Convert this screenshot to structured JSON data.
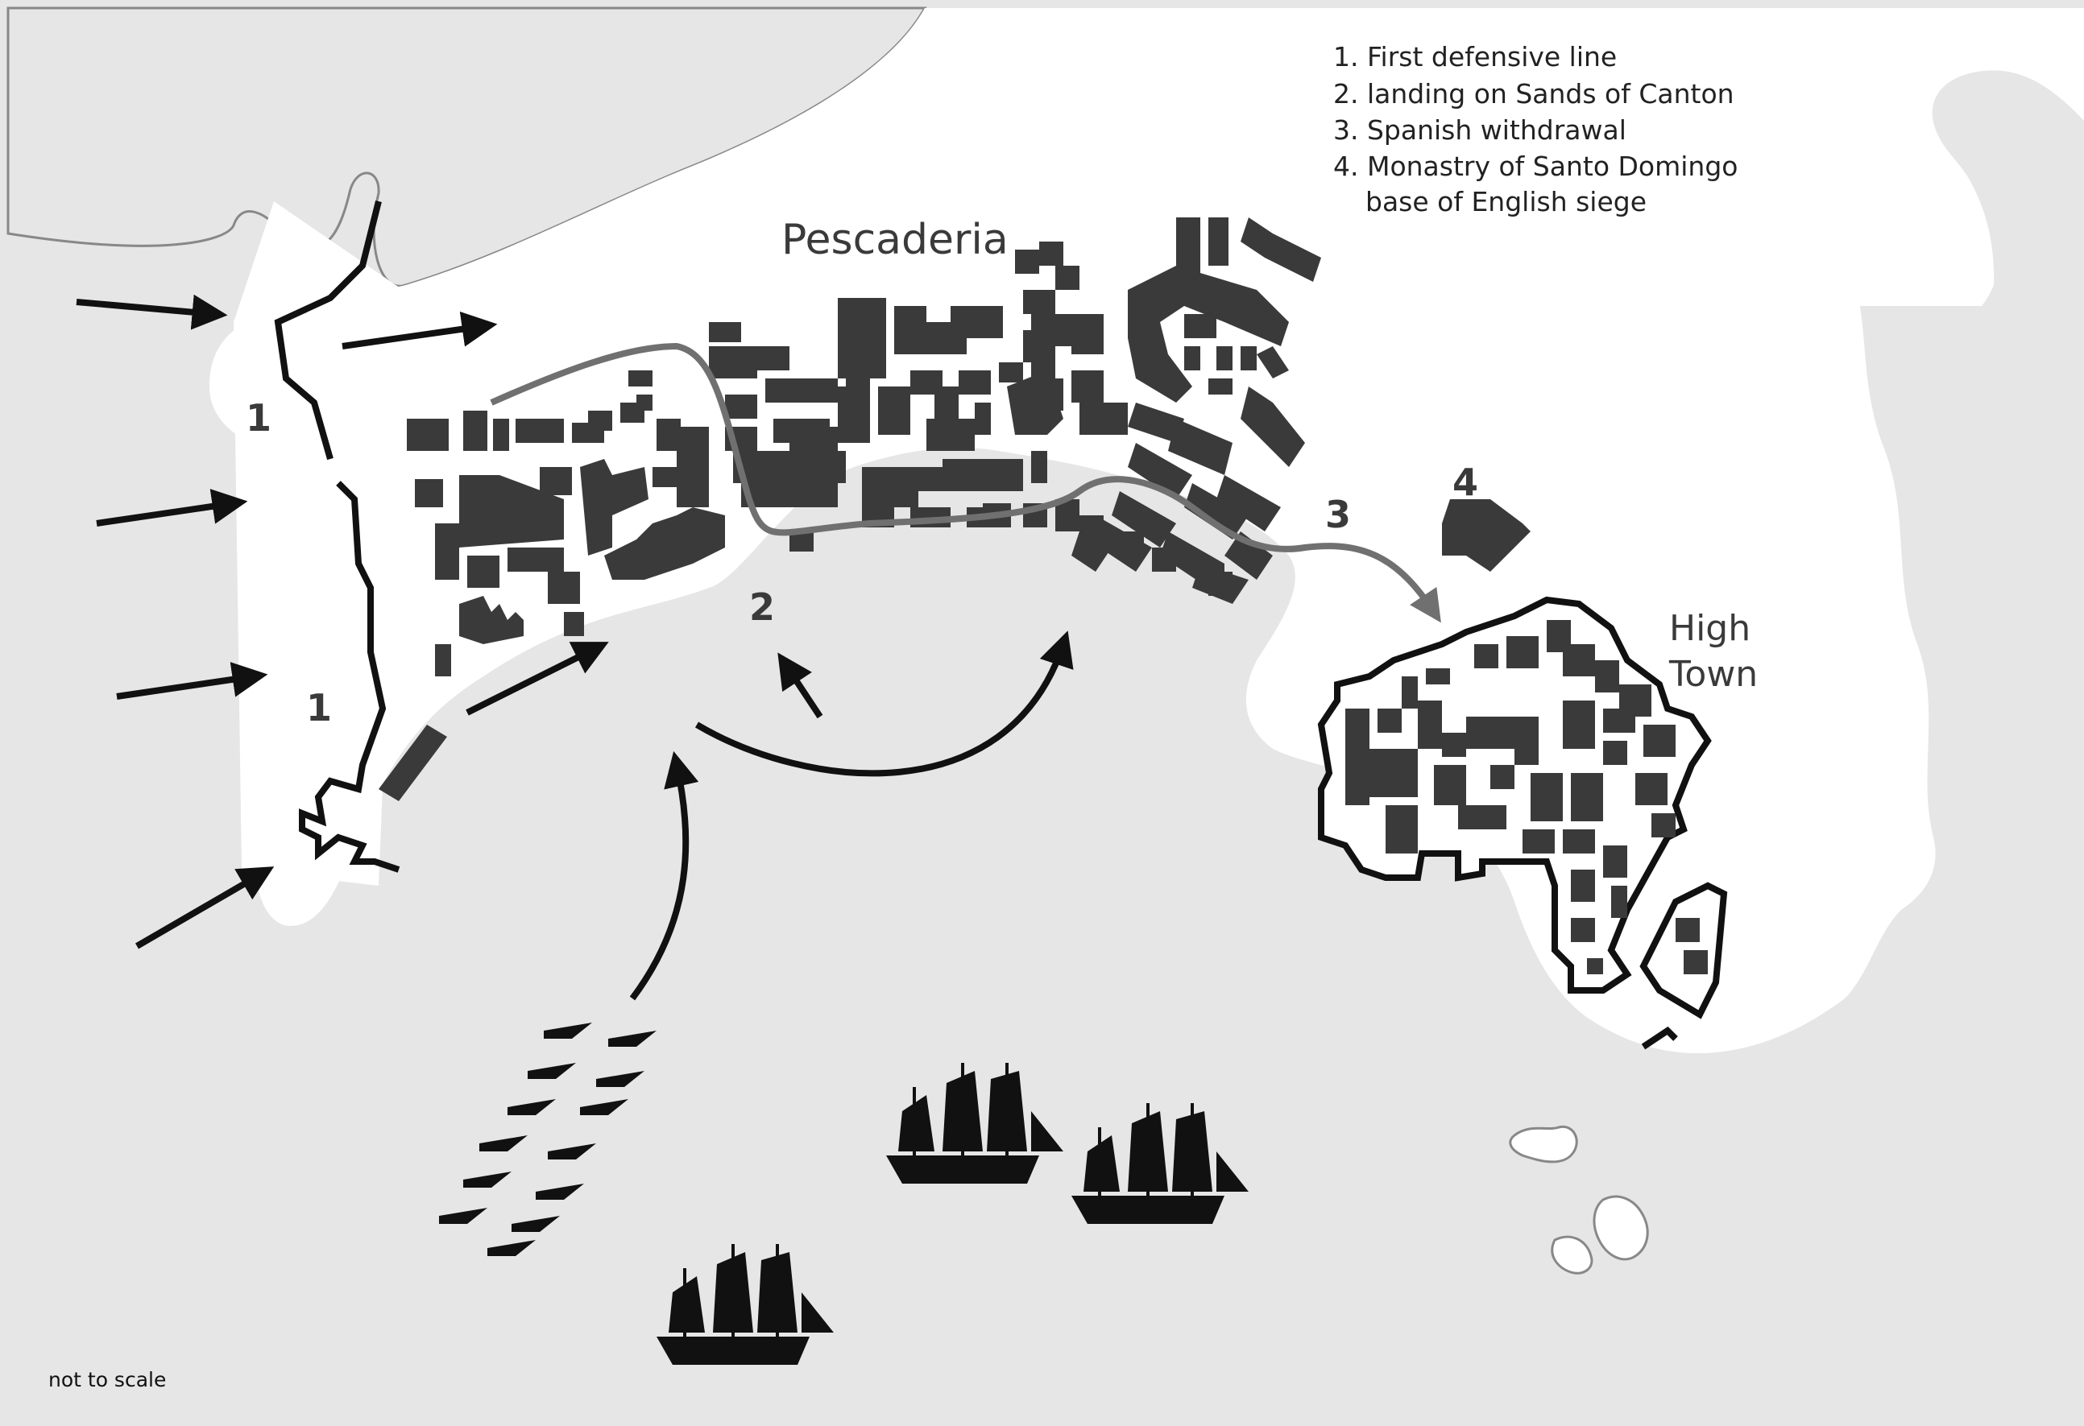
{
  "legend": {
    "items": [
      "1. First defensive line",
      "2. landing on Sands of Canton",
      "3. Spanish withdrawal",
      "4. Monastry of Santo Domingo",
      "base of English siege"
    ]
  },
  "places": {
    "pescaderia": "Pescaderia",
    "high_town_line1": "High",
    "high_town_line2": "Town"
  },
  "markers": {
    "one_a": "1",
    "one_b": "1",
    "two": "2",
    "three": "3",
    "four": "4"
  },
  "note": "not to scale",
  "colors": {
    "sea": "#e6e6e6",
    "land": "#ffffff",
    "building": "#3a3a3a",
    "arrow": "#111111",
    "withdrawal_route": "#707070"
  }
}
